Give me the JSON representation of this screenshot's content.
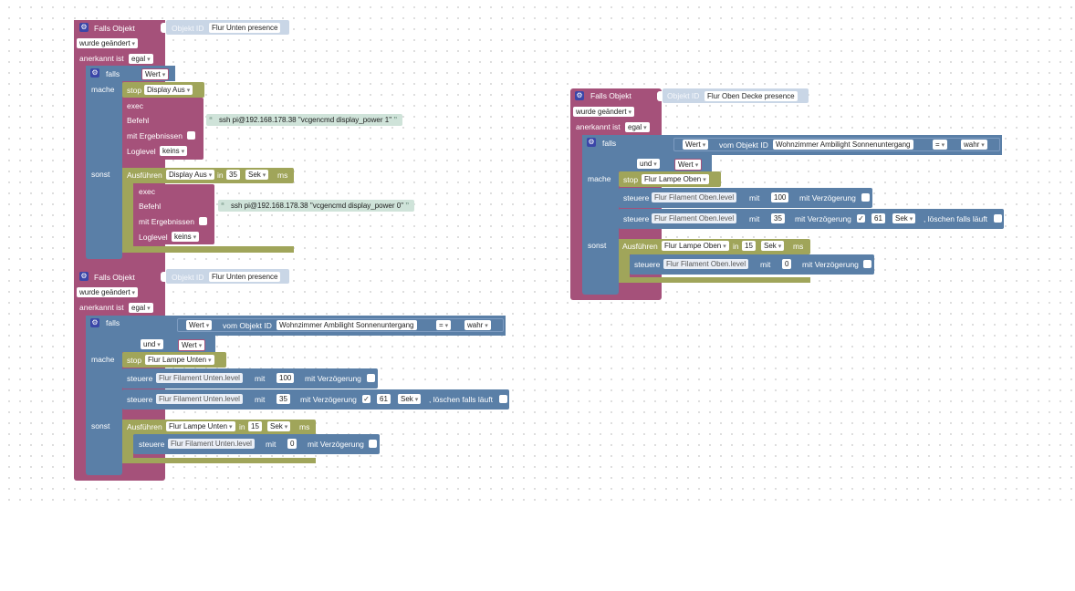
{
  "labels": {
    "falls_objekt": "Falls Objekt",
    "objekt_id": "Objekt ID",
    "wurde_geaendert": "wurde geändert",
    "anerkannt_ist": "anerkannt ist",
    "egal": "egal",
    "falls": "falls",
    "mache": "mache",
    "sonst": "sonst",
    "wert": "Wert",
    "stop": "stop",
    "exec": "exec",
    "befehl": "Befehl",
    "mit_ergebnissen": "mit Ergebnissen",
    "loglevel": "Loglevel",
    "keins": "keins",
    "ausfuehren": "Ausführen",
    "in": "in",
    "sek": "Sek",
    "ms": "ms",
    "vom_objekt_id": "vom Objekt ID",
    "eq": "=",
    "wahr": "wahr",
    "und": "und",
    "steuere": "steuere",
    "mit": "mit",
    "mit_verzoegerung": "mit Verzögerung",
    "loeschen": ", löschen falls läuft",
    "check": "✓",
    "gear": "⚙"
  },
  "block1": {
    "object": "Flur Unten presence",
    "stop_target": "Display Aus",
    "cmd_on": "ssh pi@192.168.178.38 \"vcgencmd display_power 1\"",
    "cmd_off": "ssh pi@192.168.178.38 \"vcgencmd display_power 0\"",
    "timer_name": "Display Aus",
    "timer_value": "35"
  },
  "block2": {
    "object": "Flur Unten presence",
    "cond_object": "Wohnzimmer Ambilight Sonnenuntergang",
    "stop_target": "Flur Lampe Unten",
    "device": "Flur Filament Unten.level",
    "value_on": "100",
    "value_dim": "35",
    "delay": "61",
    "timer_name": "Flur Lampe Unten",
    "timer_value": "15",
    "value_off": "0"
  },
  "block3": {
    "object": "Flur Oben Decke presence",
    "cond_object": "Wohnzimmer Ambilight Sonnenuntergang",
    "stop_target": "Flur Lampe Oben",
    "device": "Flur Filament Oben.level",
    "value_on": "100",
    "value_dim": "35",
    "delay": "61",
    "timer_name": "Flur Lampe Oben",
    "timer_value": "15",
    "value_off": "0"
  }
}
